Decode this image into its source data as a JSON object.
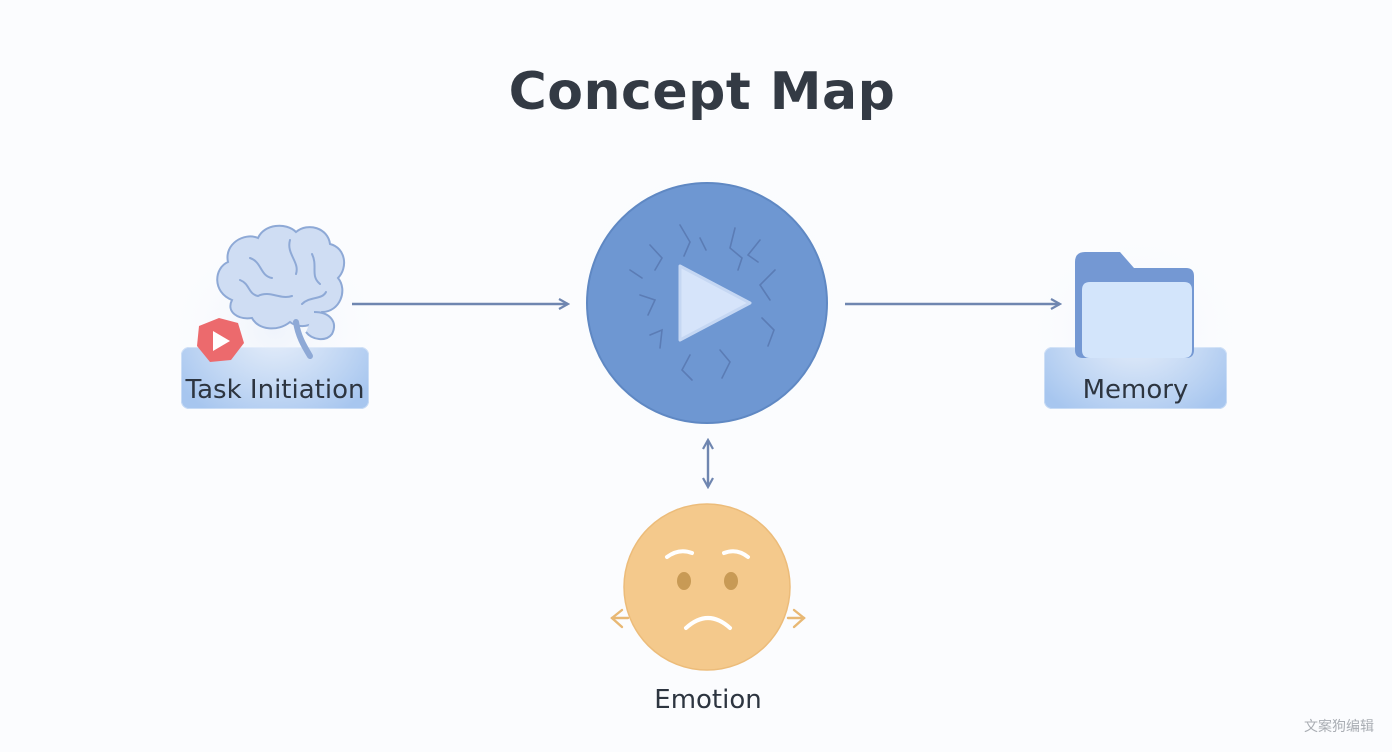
{
  "title": "Concept Map",
  "nodes": {
    "task_initiation": {
      "label": "Task Initiation"
    },
    "center": {
      "label": ""
    },
    "memory": {
      "label": "Memory"
    },
    "emotion": {
      "label": "Emotion"
    }
  },
  "watermark": "文案狗编辑",
  "colors": {
    "title": "#333a44",
    "center_fill": "#6e97d2",
    "pill_fill": "#a7c6ef",
    "arrow": "#6f86b0",
    "emotion_fill": "#f4c98c",
    "play_badge": "#ec6a6d"
  }
}
